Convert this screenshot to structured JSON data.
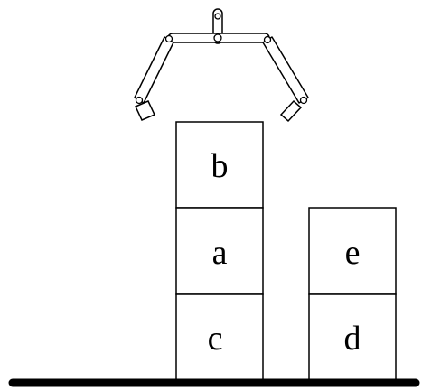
{
  "blocks": {
    "b": "b",
    "a": "a",
    "c": "c",
    "e": "e",
    "d": "d"
  },
  "colors": {
    "ink": "#000000",
    "paper": "#ffffff"
  }
}
